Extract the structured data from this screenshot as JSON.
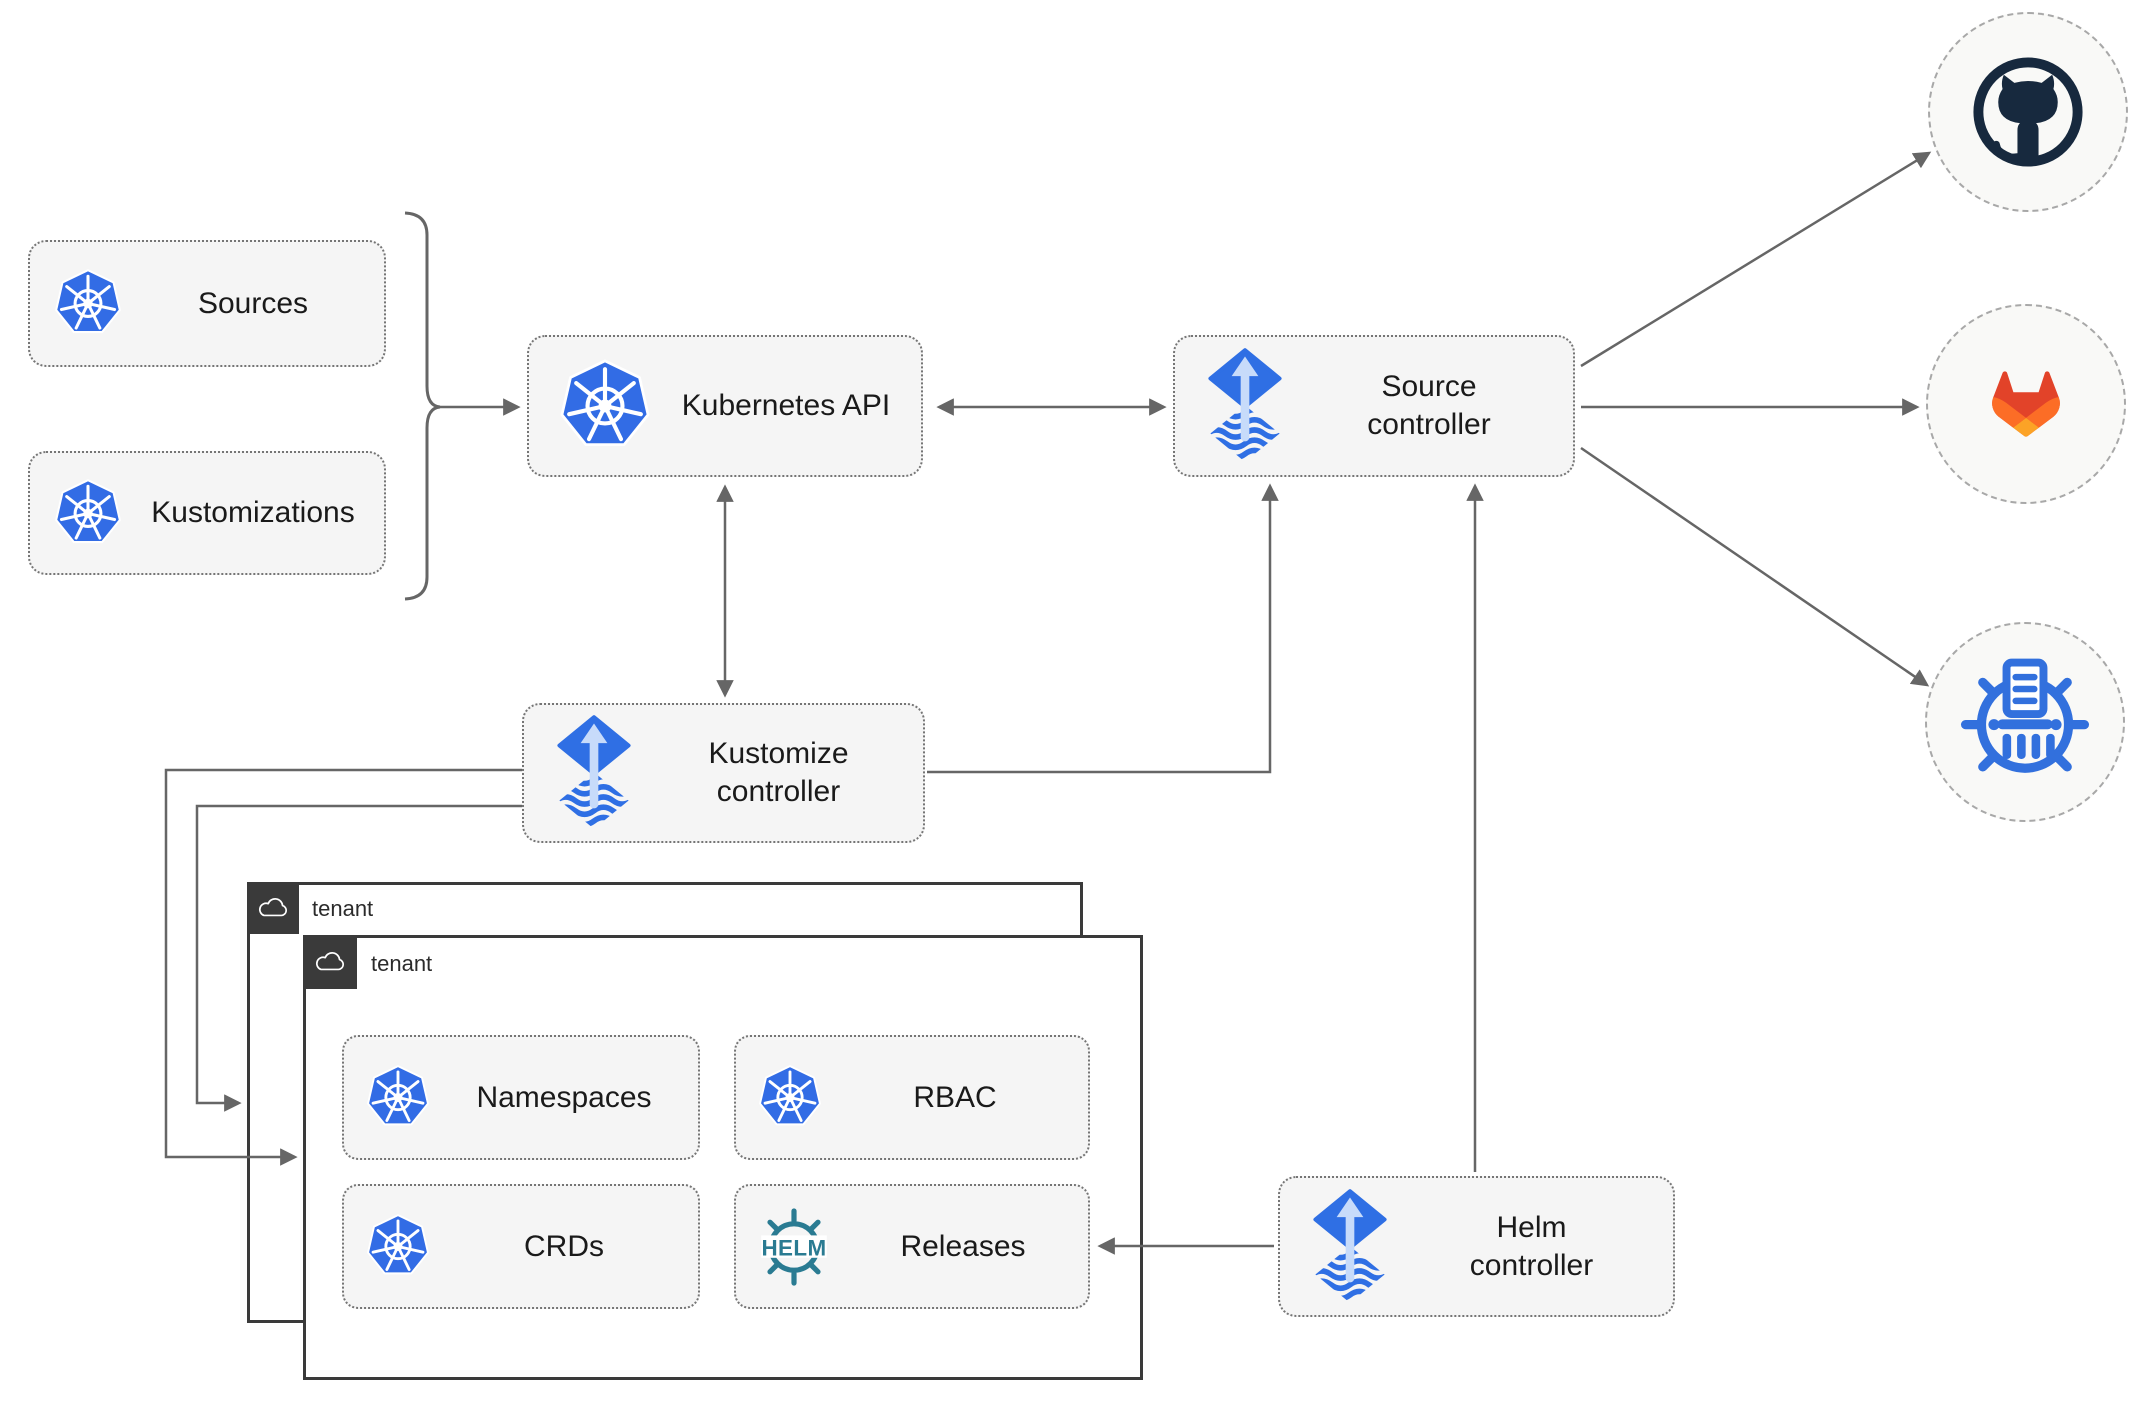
{
  "nodes": {
    "sources": "Sources",
    "kustomizations": "Kustomizations",
    "kubernetes_api": "Kubernetes API",
    "source_controller": [
      "Source",
      "controller"
    ],
    "kustomize_controller": [
      "Kustomize",
      "controller"
    ],
    "helm_controller": [
      "Helm",
      "controller"
    ],
    "namespaces": "Namespaces",
    "rbac": "RBAC",
    "crds": "CRDs",
    "releases": "Releases"
  },
  "tenants": {
    "back": "tenant",
    "front": "tenant"
  },
  "logos": {
    "helm_text": "HELM"
  },
  "icons": {
    "kubernetes": "kubernetes-wheel-icon",
    "flux": "flux-diamond-arrow-icon",
    "cloud": "cloud-icon",
    "github": "github-octocat-icon",
    "gitlab": "gitlab-tanuki-icon",
    "chartmuseum": "chartmuseum-wheel-icon",
    "helm": "helm-ship-wheel-icon"
  },
  "colors": {
    "kubernetes_blue": "#326CE5",
    "flux_blue": "#2f6fe4",
    "flux_light_arrow": "#c7dbfa",
    "helm_teal": "#2a7b92",
    "chartmuseum_blue": "#3270dd",
    "github_dark": "#17293e",
    "gitlab_red": "#e24329",
    "gitlab_orange": "#fc6d26",
    "gitlab_yellow": "#fca326",
    "line_gray": "#666666",
    "node_fill": "#f5f5f5",
    "tenant_border": "#3a3a3a"
  }
}
